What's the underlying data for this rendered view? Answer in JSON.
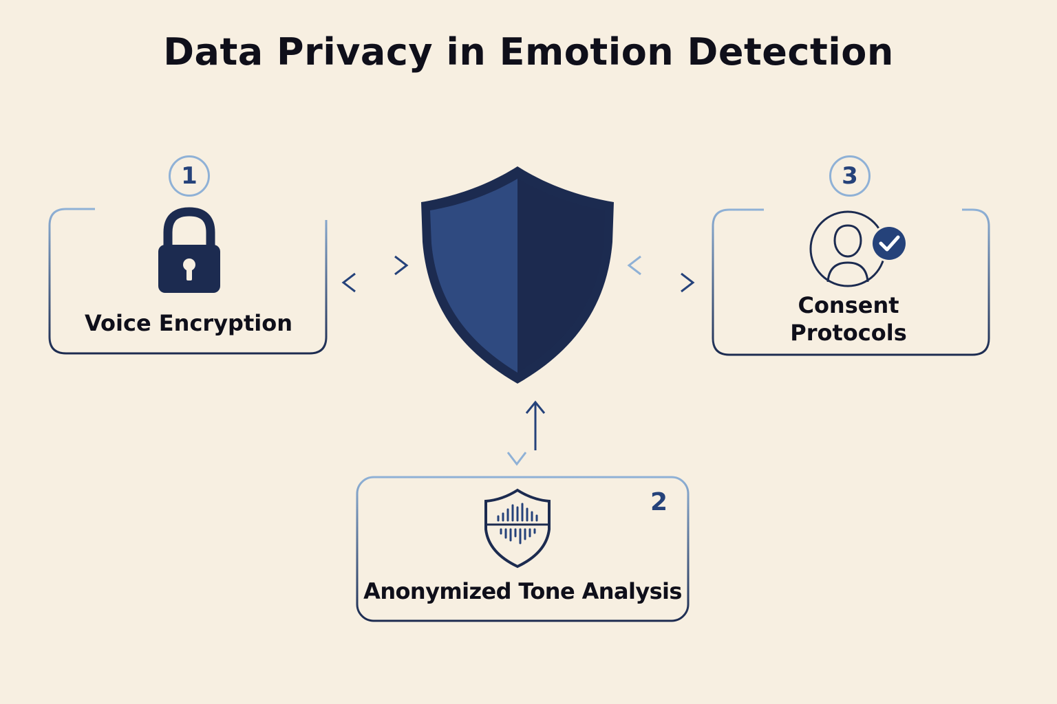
{
  "title": "Data Privacy in Emotion Detection",
  "steps": [
    {
      "number": "1",
      "label": "Voice Encryption",
      "icon": "padlock-icon"
    },
    {
      "number": "2",
      "label": "Anonymized Tone Analysis",
      "icon": "shield-soundwave-icon"
    },
    {
      "number": "3",
      "label": "Consent Protocols",
      "icon": "user-checkmark-icon"
    }
  ],
  "center": {
    "icon": "shield-icon"
  },
  "colors": {
    "background": "#f7efe1",
    "navy": "#1c2b50",
    "shield_light": "#2f4a80",
    "shield_dark": "#1c2a4f",
    "gradient_light": "#8fb1d6",
    "text": "#0f0f1a"
  }
}
